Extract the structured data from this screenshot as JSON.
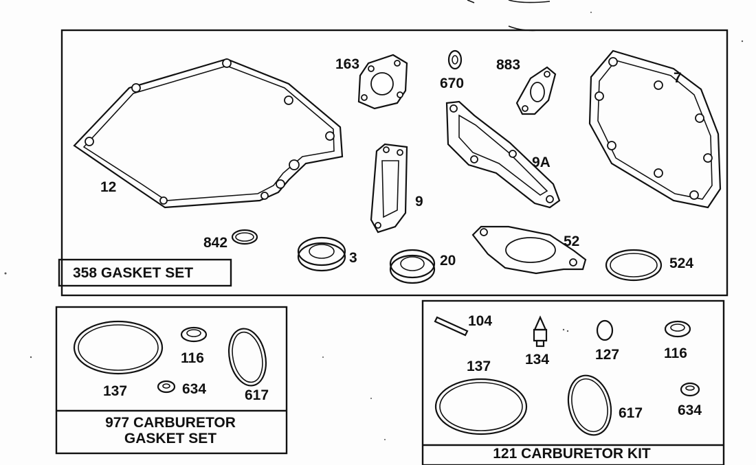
{
  "kits": {
    "gasket_set": {
      "title": "358 GASKET SET"
    },
    "carb_gasket_set": {
      "title_line1": "977 CARBURETOR",
      "title_line2": "GASKET SET"
    },
    "carb_kit": {
      "title": "121 CARBURETOR KIT"
    }
  },
  "parts": {
    "p12": "12",
    "p163": "163",
    "p670": "670",
    "p883": "883",
    "p7": "7",
    "p9": "9",
    "p9a": "9A",
    "p842": "842",
    "p3": "3",
    "p20": "20",
    "p52": "52",
    "p524": "524",
    "cg137": "137",
    "cg116": "116",
    "cg634": "634",
    "cg617": "617",
    "ck104": "104",
    "ck134": "134",
    "ck127": "127",
    "ck116": "116",
    "ck137": "137",
    "ck617": "617",
    "ck634": "634"
  }
}
